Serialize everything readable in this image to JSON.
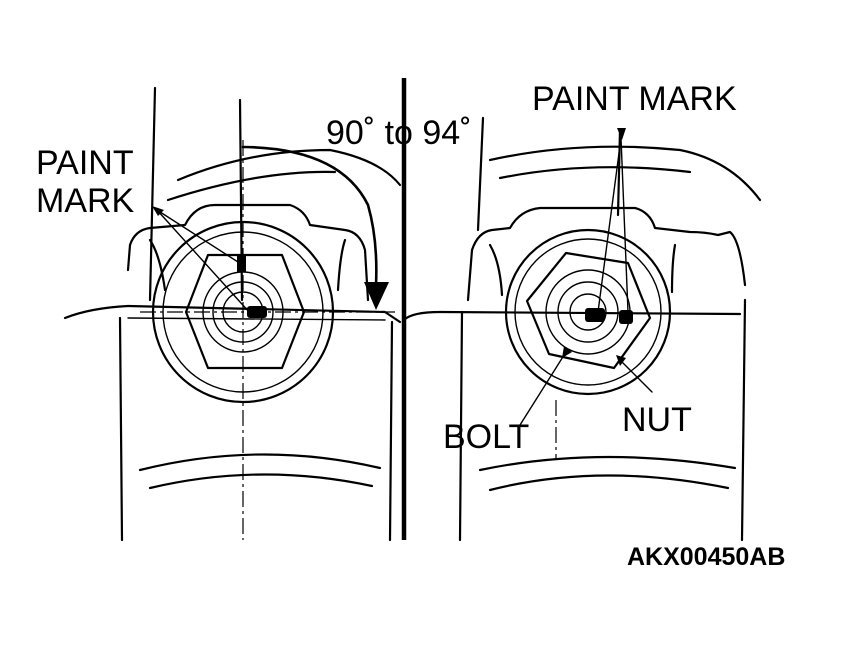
{
  "labels": {
    "paint_mark_left_line1": "PAINT",
    "paint_mark_left_line2": "MARK",
    "paint_mark_right": "PAINT MARK",
    "angle": "90˚ to 94˚",
    "bolt": "BOLT",
    "nut": "NUT",
    "figure_code": "AKX00450AB"
  }
}
